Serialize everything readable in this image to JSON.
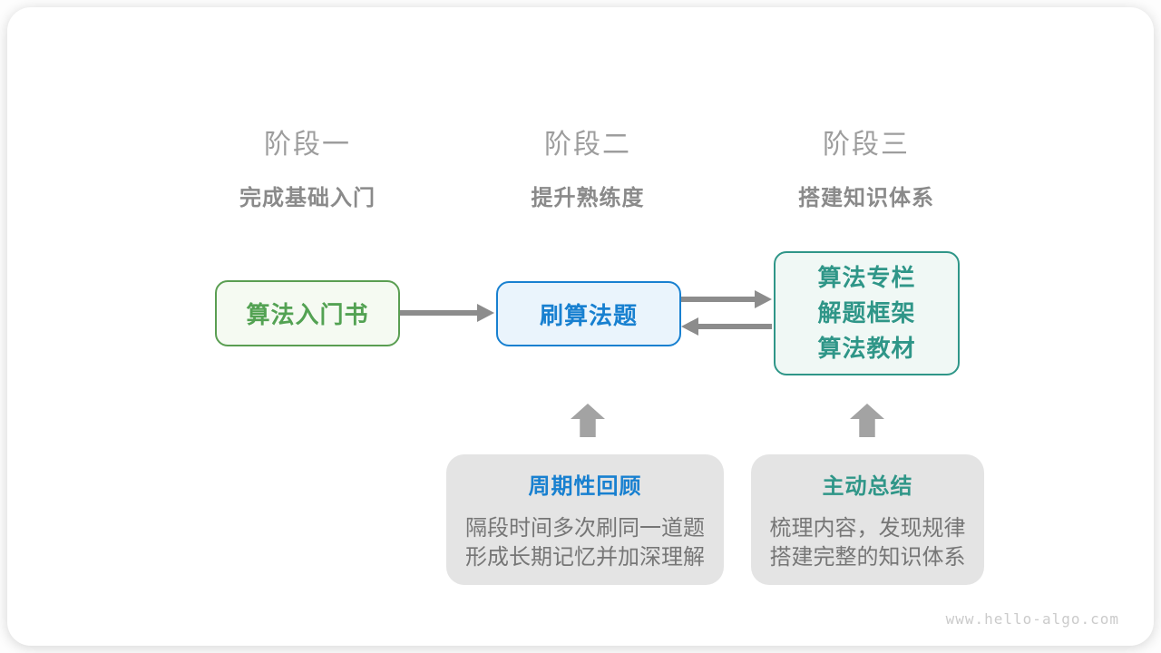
{
  "stages": [
    {
      "title": "阶段一",
      "subtitle": "完成基础入门"
    },
    {
      "title": "阶段二",
      "subtitle": "提升熟练度"
    },
    {
      "title": "阶段三",
      "subtitle": "搭建知识体系"
    }
  ],
  "nodes": {
    "intro_book": {
      "label": "算法入门书"
    },
    "practice": {
      "label": "刷算法题"
    },
    "resources": {
      "lines": [
        "算法专栏",
        "解题框架",
        "算法教材"
      ]
    }
  },
  "callouts": [
    {
      "title": "周期性回顾",
      "line1": "隔段时间多次刷同一道题",
      "line2": "形成长期记忆并加深理解"
    },
    {
      "title": "主动总结",
      "line1": "梳理内容，发现规律",
      "line2": "搭建完整的知识体系"
    }
  ],
  "watermark": "www.hello-algo.com",
  "icons": {
    "arrow_right": "right-arrow-icon",
    "arrow_left": "left-arrow-icon",
    "arrow_up": "up-arrow-icon"
  },
  "colors": {
    "green_text": "#53a253",
    "green_border": "#5a9e52",
    "green_bg": "#f5faf2",
    "blue_text": "#1880d0",
    "blue_border": "#1880d0",
    "blue_bg": "#eaf4fc",
    "teal_text": "#2f9688",
    "teal_border": "#2f9688",
    "teal_bg": "#f0f8f5",
    "callout_bg": "#e4e4e4",
    "callout_body_text": "#767676",
    "connector_arrow": "#8c8c8c",
    "block_arrow": "#a3a3a3",
    "stage_title": "#9d9d9d",
    "stage_subtitle": "#8a8a8a",
    "watermark": "#cbcbcb",
    "card_bg": "#ffffff"
  }
}
